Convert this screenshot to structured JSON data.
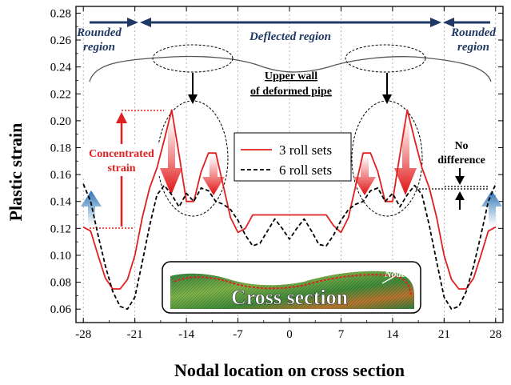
{
  "chart_data": {
    "type": "line",
    "xlabel": "Nodal location on cross section",
    "ylabel": "Plastic strain",
    "xlim": [
      -29,
      29
    ],
    "ylim": [
      0.05,
      0.285
    ],
    "x_ticks": [
      "-28",
      "-21",
      "-14",
      "-7",
      "0",
      "7",
      "14",
      "21",
      "28"
    ],
    "y_ticks": [
      "0.06",
      "0.08",
      "0.10",
      "0.12",
      "0.14",
      "0.16",
      "0.18",
      "0.20",
      "0.22",
      "0.24",
      "0.26",
      "0.28"
    ],
    "grid": "vertical dotted at x ticks",
    "series": [
      {
        "name": "3 roll sets",
        "color": "#e02020",
        "style": "solid",
        "points": [
          [
            -28,
            0.121
          ],
          [
            -27,
            0.118
          ],
          [
            -26,
            0.1
          ],
          [
            -25,
            0.083
          ],
          [
            -24,
            0.075
          ],
          [
            -23,
            0.075
          ],
          [
            -22,
            0.082
          ],
          [
            -21,
            0.1
          ],
          [
            -20,
            0.128
          ],
          [
            -19,
            0.15
          ],
          [
            -18,
            0.165
          ],
          [
            -17,
            0.186
          ],
          [
            -16,
            0.208
          ],
          [
            -15,
            0.175
          ],
          [
            -14,
            0.14
          ],
          [
            -13,
            0.14
          ],
          [
            -12,
            0.162
          ],
          [
            -11,
            0.176
          ],
          [
            -10,
            0.176
          ],
          [
            -9,
            0.152
          ],
          [
            -8,
            0.128
          ],
          [
            -7,
            0.117
          ],
          [
            -6,
            0.12
          ],
          [
            -5,
            0.13
          ],
          [
            -4,
            0.13
          ],
          [
            -3,
            0.13
          ],
          [
            -2,
            0.13
          ],
          [
            -1,
            0.13
          ],
          [
            0,
            0.13
          ],
          [
            1,
            0.13
          ],
          [
            2,
            0.13
          ],
          [
            3,
            0.13
          ],
          [
            4,
            0.13
          ],
          [
            5,
            0.13
          ],
          [
            6,
            0.122
          ],
          [
            7,
            0.117
          ],
          [
            8,
            0.128
          ],
          [
            9,
            0.152
          ],
          [
            10,
            0.176
          ],
          [
            11,
            0.176
          ],
          [
            12,
            0.162
          ],
          [
            13,
            0.14
          ],
          [
            14,
            0.14
          ],
          [
            15,
            0.175
          ],
          [
            16,
            0.208
          ],
          [
            17,
            0.186
          ],
          [
            18,
            0.165
          ],
          [
            19,
            0.15
          ],
          [
            20,
            0.128
          ],
          [
            21,
            0.1
          ],
          [
            22,
            0.082
          ],
          [
            23,
            0.075
          ],
          [
            24,
            0.075
          ],
          [
            25,
            0.083
          ],
          [
            26,
            0.1
          ],
          [
            27,
            0.118
          ],
          [
            28,
            0.121
          ]
        ]
      },
      {
        "name": "6 roll sets",
        "color": "#000000",
        "style": "dashed",
        "points": [
          [
            -28,
            0.153
          ],
          [
            -27,
            0.14
          ],
          [
            -26,
            0.115
          ],
          [
            -25,
            0.092
          ],
          [
            -24,
            0.073
          ],
          [
            -23,
            0.062
          ],
          [
            -22,
            0.06
          ],
          [
            -21,
            0.069
          ],
          [
            -20,
            0.095
          ],
          [
            -19,
            0.122
          ],
          [
            -18,
            0.145
          ],
          [
            -17,
            0.152
          ],
          [
            -16,
            0.145
          ],
          [
            -15,
            0.136
          ],
          [
            -14,
            0.146
          ],
          [
            -13,
            0.14
          ],
          [
            -12,
            0.15
          ],
          [
            -11,
            0.148
          ],
          [
            -10,
            0.14
          ],
          [
            -9,
            0.138
          ],
          [
            -8,
            0.134
          ],
          [
            -7,
            0.126
          ],
          [
            -6,
            0.115
          ],
          [
            -5,
            0.107
          ],
          [
            -4,
            0.109
          ],
          [
            -3,
            0.118
          ],
          [
            -2,
            0.127
          ],
          [
            -1,
            0.12
          ],
          [
            0,
            0.112
          ],
          [
            1,
            0.12
          ],
          [
            2,
            0.127
          ],
          [
            3,
            0.118
          ],
          [
            4,
            0.108
          ],
          [
            5,
            0.107
          ],
          [
            6,
            0.115
          ],
          [
            7,
            0.126
          ],
          [
            8,
            0.134
          ],
          [
            9,
            0.138
          ],
          [
            10,
            0.14
          ],
          [
            11,
            0.148
          ],
          [
            12,
            0.15
          ],
          [
            13,
            0.14
          ],
          [
            14,
            0.146
          ],
          [
            15,
            0.136
          ],
          [
            16,
            0.145
          ],
          [
            17,
            0.152
          ],
          [
            18,
            0.145
          ],
          [
            19,
            0.122
          ],
          [
            20,
            0.095
          ],
          [
            21,
            0.069
          ],
          [
            22,
            0.06
          ],
          [
            23,
            0.062
          ],
          [
            24,
            0.073
          ],
          [
            25,
            0.092
          ],
          [
            26,
            0.115
          ],
          [
            27,
            0.14
          ],
          [
            28,
            0.153
          ]
        ]
      }
    ]
  },
  "annotations": {
    "rounded_left": [
      "Rounded",
      "region"
    ],
    "deflected": "Deflected region",
    "rounded_right": [
      "Rounded",
      "region"
    ],
    "upper_wall": [
      "Upper wall",
      "of deformed pipe"
    ],
    "concentrated": [
      "Concentrated",
      "strain"
    ],
    "no_difference": [
      "No",
      "difference"
    ],
    "cross_section": "Cross section",
    "node": "Node"
  },
  "colors": {
    "region_arrow": "#1f3864",
    "concentrated": "#e02020",
    "blue_arrow": "#2e75b6"
  }
}
